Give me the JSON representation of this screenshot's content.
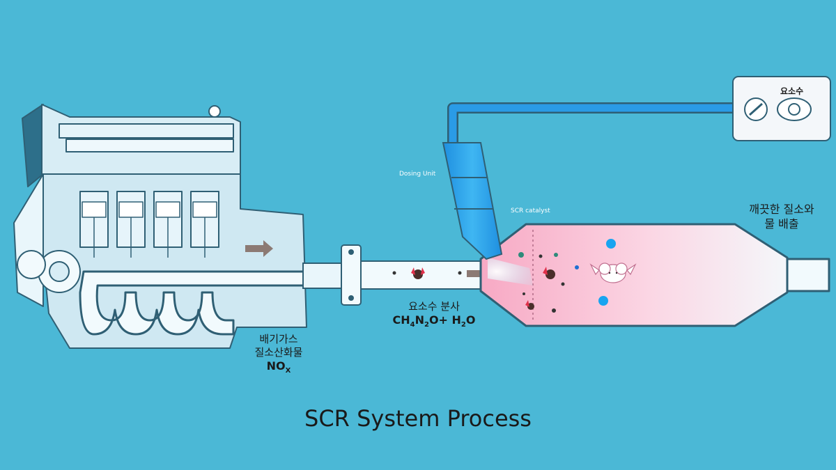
{
  "title": "SCR System Process",
  "labels": {
    "dosing_unit": "Dosing Unit",
    "scr_catalyst": "SCR catalyst",
    "exhaust_line1": "배기가스",
    "exhaust_line2": "질소산화물",
    "exhaust_formula": "NO",
    "exhaust_formula_sub": "X",
    "urea_spray": "요소수 분사",
    "urea_formula_parts": [
      "CH",
      "4",
      "N",
      "2",
      "O+ H",
      "2",
      "O"
    ],
    "clean_line1": "깨끗한 질소와",
    "clean_line2": "물 배출",
    "urea_tank": "요소수"
  },
  "colors": {
    "background": "#4bb8d6",
    "engine_fill": "#cfe8f2",
    "pipe_fill": "#e9f6fb",
    "outline": "#2f5f74",
    "dosing_line": "#2a9be6",
    "catalyst_pink": "#f7a9c4",
    "flow_arrow": "#8c7a74"
  },
  "icons": [
    "engine-icon",
    "urea-tank-icon",
    "flow-arrow-icon",
    "nox-molecule-icon",
    "clean-cloud-icon"
  ]
}
